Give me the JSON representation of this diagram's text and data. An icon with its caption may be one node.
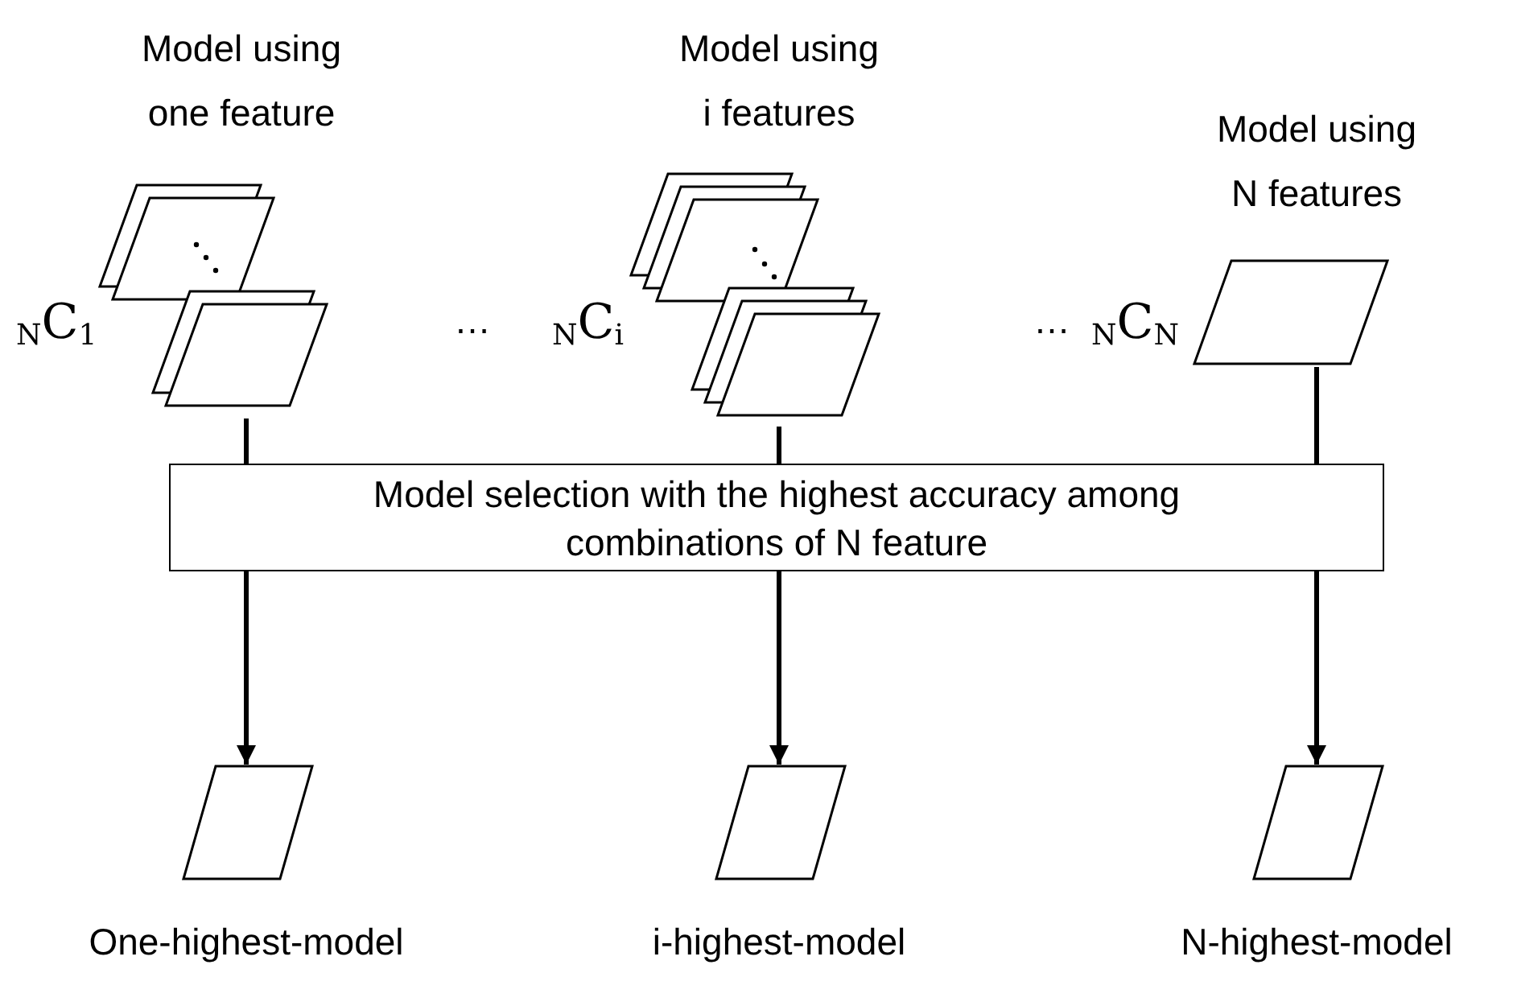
{
  "diagram": {
    "nodes": [
      {
        "text": [
          "Model using one feature"
        ],
        "beside": [
          "$_{N}$C$_{1}$"
        ]
      },
      {
        "text": [
          "Model using i features"
        ],
        "beside": [
          "$_{N}$C$_{i}$"
        ]
      },
      {
        "text": [
          "Model using N features"
        ],
        "beside": [
          "$_{N}$C$_{N}$"
        ]
      },
      {
        "text": [
          "Model selection with the highest accuracy among combinations of N feature"
        ]
      },
      {
        "text": [
          "One-highest-model"
        ]
      },
      {
        "text": [
          "i-highest-model"
        ]
      },
      {
        "text": [
          "N-highest-model"
        ]
      }
    ],
    "edges": [
      {
        "from": 0,
        "to": 3,
        "arrow": "none"
      },
      {
        "from": 1,
        "to": 3,
        "arrow": "none"
      },
      {
        "from": 2,
        "to": 3,
        "arrow": "none"
      },
      {
        "from": 3,
        "to": 4,
        "arrow": "to"
      },
      {
        "from": 3,
        "to": 5,
        "arrow": "to"
      },
      {
        "from": 3,
        "to": 6,
        "arrow": "to"
      }
    ],
    "labels": [
      "…",
      "…"
    ]
  }
}
